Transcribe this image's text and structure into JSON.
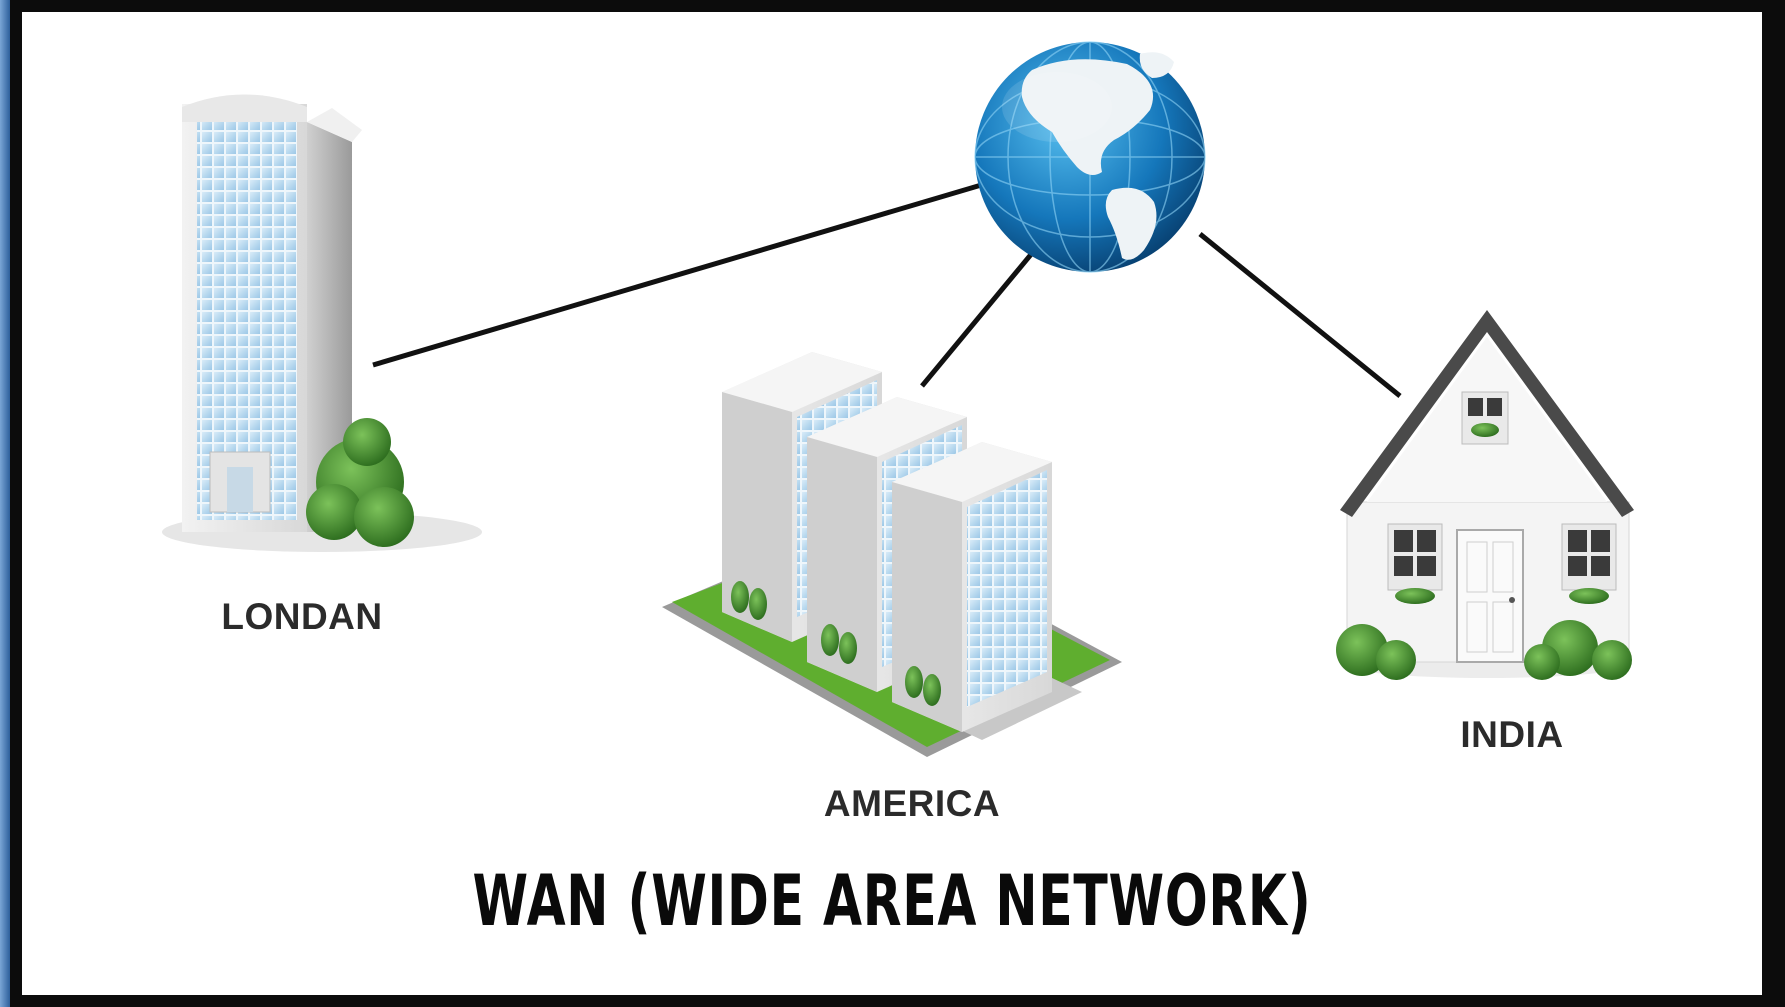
{
  "diagram": {
    "title": "WAN (WIDE AREA NETWORK)",
    "nodes": {
      "london": {
        "label": "LONDAN",
        "icon": "office-tower-icon"
      },
      "america": {
        "label": "AMERICA",
        "icon": "office-complex-icon"
      },
      "india": {
        "label": "INDIA",
        "icon": "house-icon"
      },
      "hub": {
        "icon": "globe-icon"
      }
    },
    "connections": [
      {
        "from": "london",
        "to": "hub"
      },
      {
        "from": "america",
        "to": "hub"
      },
      {
        "from": "india",
        "to": "hub"
      }
    ]
  },
  "colors": {
    "frame": "#0c0c0c",
    "edge": "#5a8cc6",
    "background": "#ffffff",
    "link": "#111111",
    "globe_ocean": "#1a7fc4",
    "land": "#eef3f6",
    "foliage": "#3c8f2a"
  }
}
